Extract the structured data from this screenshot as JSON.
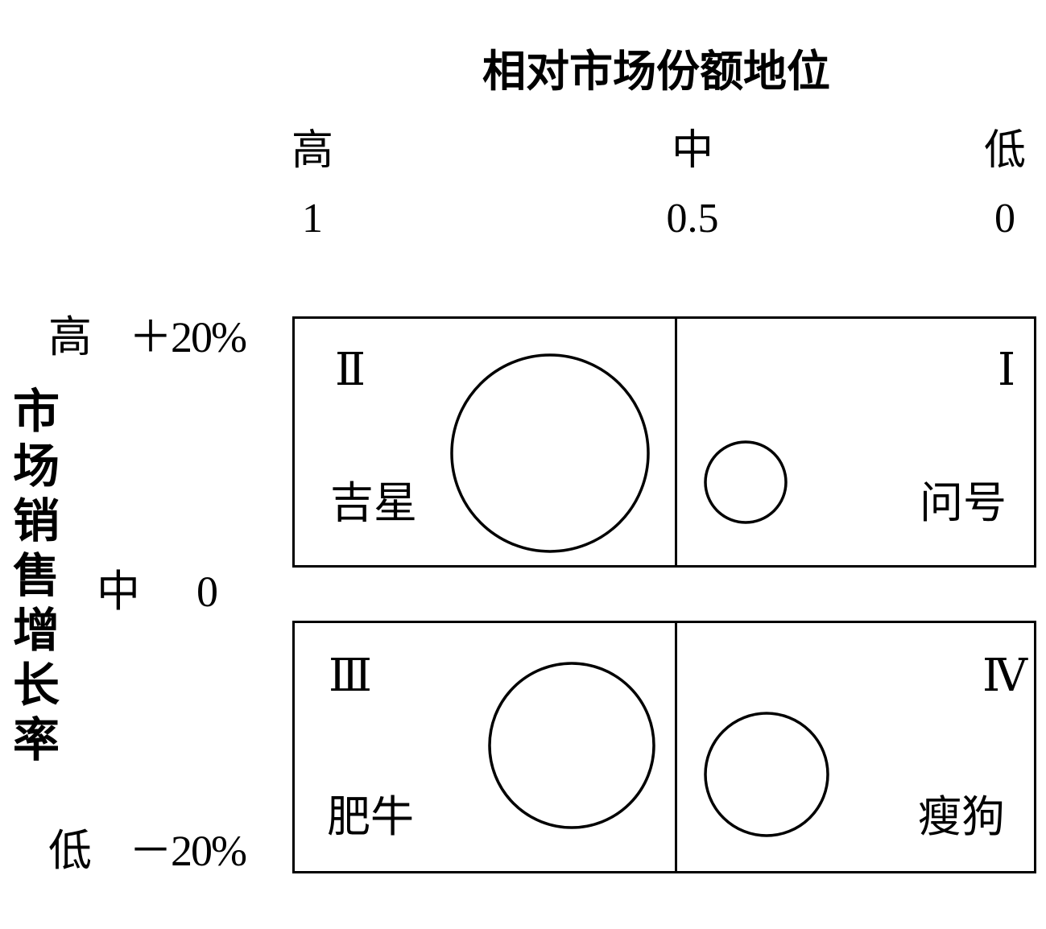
{
  "title": "相对市场份额地位",
  "x_axis": {
    "levels": [
      "高",
      "中",
      "低"
    ],
    "values": [
      "1",
      "0.5",
      "0"
    ]
  },
  "y_axis": {
    "title": "市场销售增长率",
    "rows": [
      {
        "level": "高",
        "value": "＋20%"
      },
      {
        "level": "中",
        "value": "0"
      },
      {
        "level": "低",
        "value": "－20%"
      }
    ]
  },
  "quadrants": [
    {
      "numeral": "Ⅱ",
      "label": "吉星"
    },
    {
      "numeral": "Ⅰ",
      "label": "问号"
    },
    {
      "numeral": "Ⅲ",
      "label": "肥牛"
    },
    {
      "numeral": "Ⅳ",
      "label": "瘦狗"
    }
  ]
}
